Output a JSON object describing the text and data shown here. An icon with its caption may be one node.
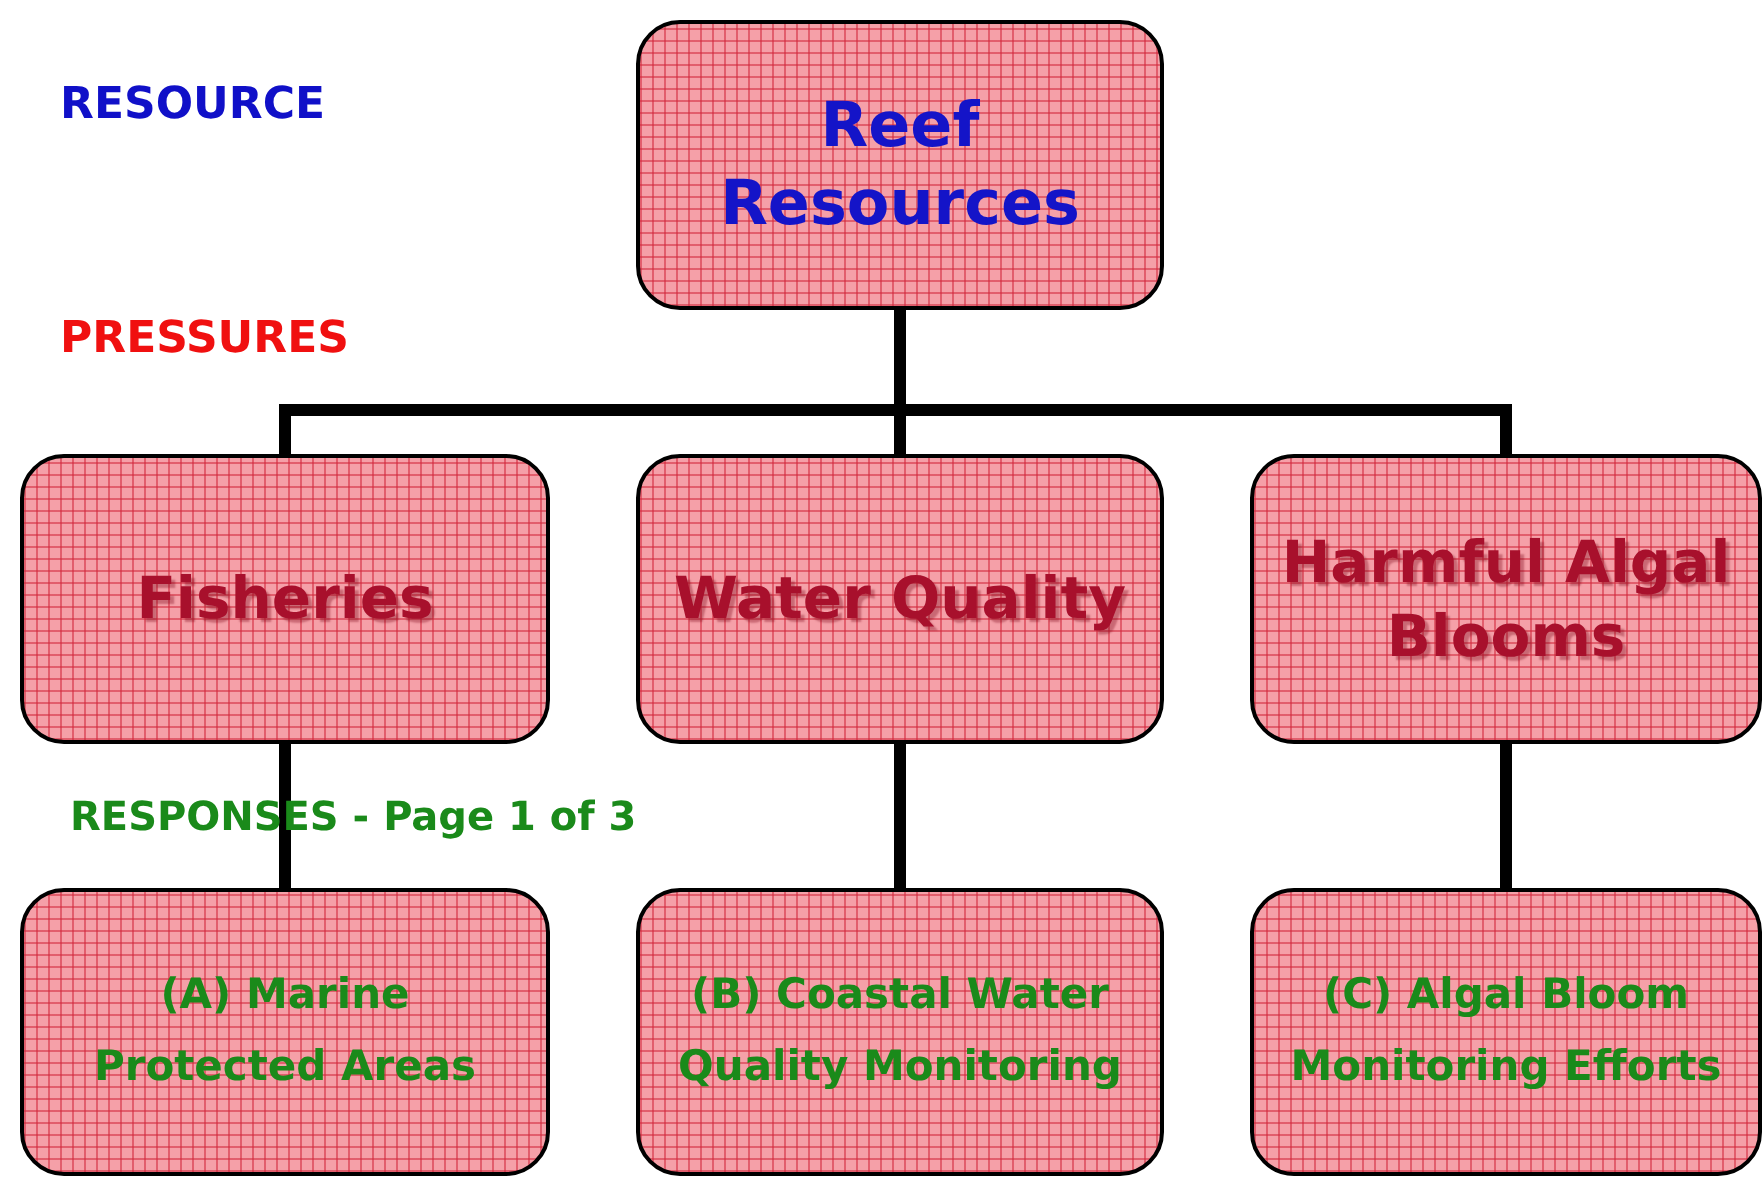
{
  "diagram": {
    "nodes": [
      {
        "text": [
          "Reef Resources"
        ]
      },
      {
        "text": [
          "Fisheries"
        ]
      },
      {
        "text": [
          "Water Quality"
        ]
      },
      {
        "text": [
          "Harmful Algal Blooms"
        ]
      },
      {
        "text": [
          "(A) Marine Protected Areas"
        ]
      },
      {
        "text": [
          "(B) Coastal Water Quality Monitoring"
        ]
      },
      {
        "text": [
          "(C) Algal Bloom Monitoring Efforts"
        ]
      }
    ],
    "edges": [
      {
        "from": 0,
        "to": 1,
        "arrow": "none"
      },
      {
        "from": 0,
        "to": 2,
        "arrow": "none"
      },
      {
        "from": 0,
        "to": 3,
        "arrow": "none"
      },
      {
        "from": 1,
        "to": 4,
        "arrow": "none"
      },
      {
        "from": 2,
        "to": 5,
        "arrow": "none"
      },
      {
        "from": 3,
        "to": 6,
        "arrow": "none"
      }
    ],
    "labels": [
      "RESOURCE",
      "PRESSURES",
      "RESPONSES - Page 1 of 3"
    ]
  }
}
